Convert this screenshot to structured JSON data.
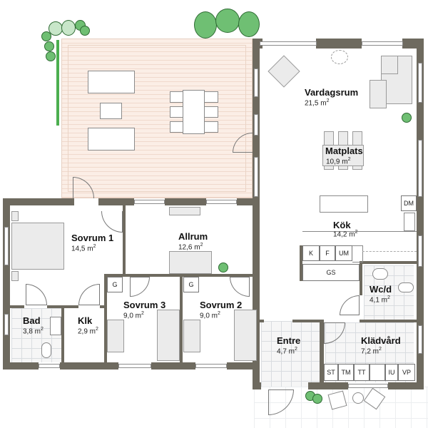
{
  "plan": {
    "title": "Floor plan",
    "wall_color": "#6e6a5f",
    "deck_color": "#fbeee6",
    "tree_color": "#6fbf73"
  },
  "rooms": {
    "vardagsrum": {
      "name": "Vardagsrum",
      "area": "21,5 m",
      "unit_sup": "2"
    },
    "matplats": {
      "name": "Matplats",
      "area": "10,9 m",
      "unit_sup": "2"
    },
    "kok": {
      "name": "Kök",
      "area": "14,2 m",
      "unit_sup": "2"
    },
    "sovrum1": {
      "name": "Sovrum 1",
      "area": "14,5 m",
      "unit_sup": "2"
    },
    "allrum": {
      "name": "Allrum",
      "area": "12,6 m",
      "unit_sup": "2"
    },
    "sovrum3": {
      "name": "Sovrum 3",
      "area": "9,0 m",
      "unit_sup": "2"
    },
    "sovrum2": {
      "name": "Sovrum 2",
      "area": "9,0 m",
      "unit_sup": "2"
    },
    "bad": {
      "name": "Bad",
      "area": "3,8 m",
      "unit_sup": "2"
    },
    "klk": {
      "name": "Klk",
      "area": "2,9 m",
      "unit_sup": "2"
    },
    "wcd": {
      "name": "Wc/d",
      "area": "4,1 m",
      "unit_sup": "2"
    },
    "entre": {
      "name": "Entre",
      "area": "4,7 m",
      "unit_sup": "2"
    },
    "kladvard": {
      "name": "Klädvård",
      "area": "7,2 m",
      "unit_sup": "2"
    }
  },
  "fixtures": {
    "kitchen": [
      "K",
      "F",
      "UM"
    ],
    "gs": "GS",
    "dm": "DM",
    "wardrobe_s3": "G",
    "wardrobe_s2": "G",
    "laundry": [
      "ST",
      "TM",
      "TT",
      "",
      "IU",
      "VP"
    ]
  }
}
